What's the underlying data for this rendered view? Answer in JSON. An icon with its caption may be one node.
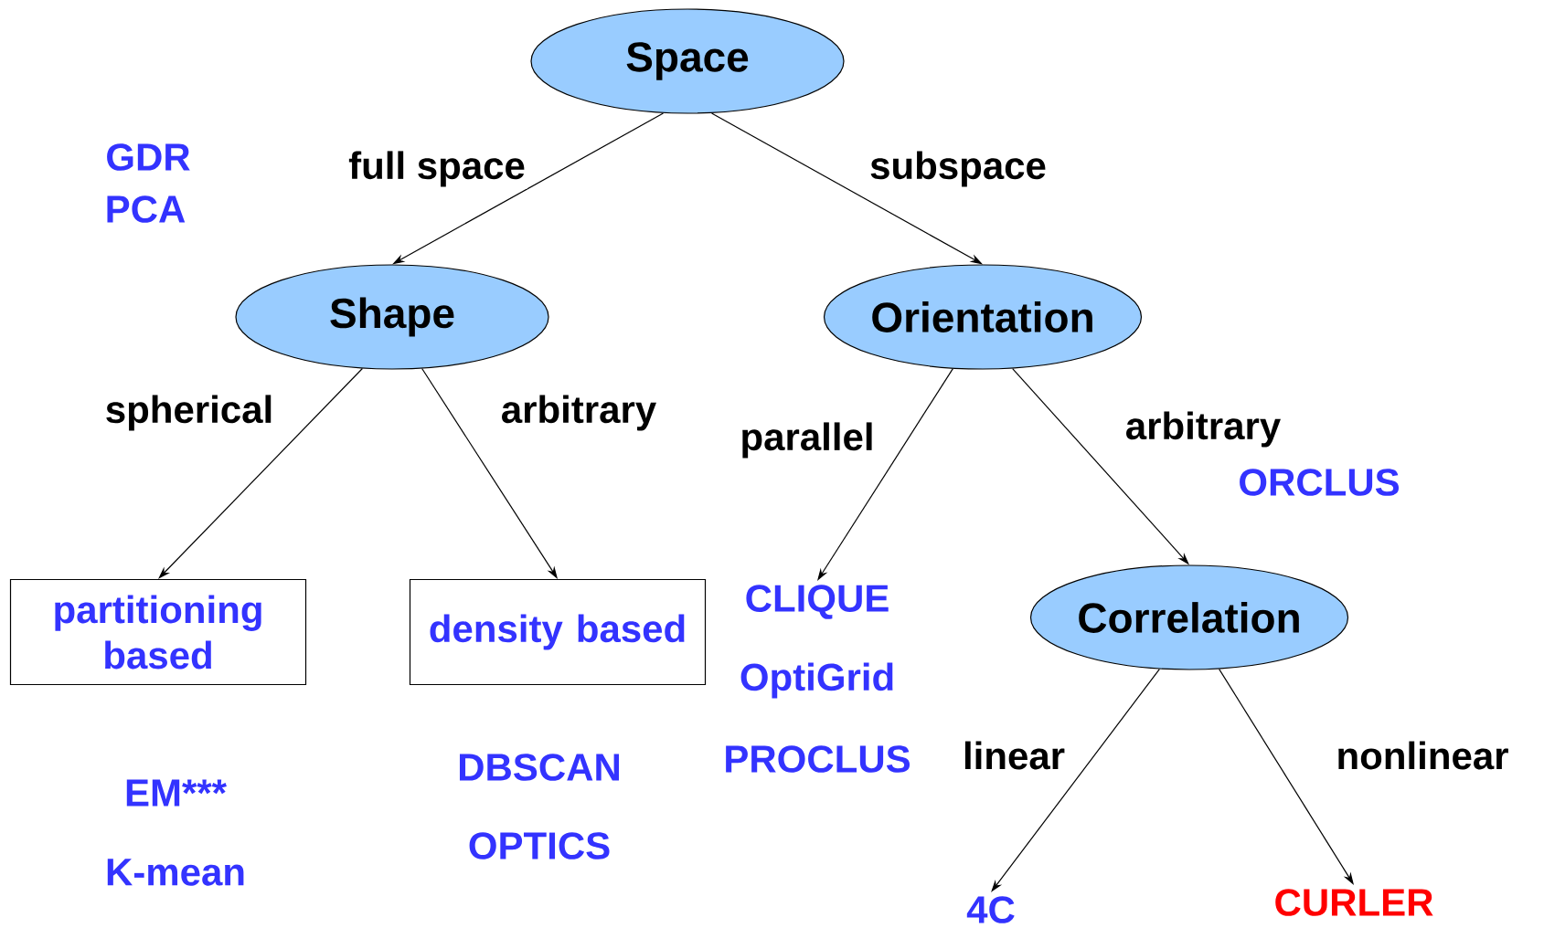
{
  "diagram": {
    "nodes": [
      {
        "text": [
          "Space"
        ]
      },
      {
        "text": [
          "Shape"
        ]
      },
      {
        "text": [
          "Orientation"
        ]
      },
      {
        "text": [
          "partitioning based"
        ]
      },
      {
        "text": [
          "density based"
        ]
      },
      {
        "text": [
          "Correlation"
        ]
      },
      {
        "text": [
          "CLIQUE"
        ]
      },
      {
        "text": [
          "4C"
        ]
      },
      {
        "text": [
          "CURLER"
        ]
      }
    ],
    "edges": [
      {
        "from": 0,
        "to": 1,
        "arrow": "to",
        "label": "full space"
      },
      {
        "from": 0,
        "to": 2,
        "arrow": "to",
        "label": "subspace"
      },
      {
        "from": 1,
        "to": 3,
        "arrow": "to",
        "label": "spherical"
      },
      {
        "from": 1,
        "to": 4,
        "arrow": "to",
        "label": "arbitrary"
      },
      {
        "from": 2,
        "to": 6,
        "arrow": "to",
        "label": "parallel"
      },
      {
        "from": 2,
        "to": 5,
        "arrow": "to",
        "label": "arbitrary"
      },
      {
        "from": 5,
        "to": 7,
        "arrow": "to",
        "label": "linear"
      },
      {
        "from": 5,
        "to": 8,
        "arrow": "to",
        "label": "nonlinear"
      }
    ],
    "labels": [
      "GDR",
      "PCA",
      "ORCLUS",
      "OptiGrid",
      "PROCLUS",
      "EM***",
      "DBSCAN",
      "K-mean",
      "OPTICS"
    ]
  }
}
